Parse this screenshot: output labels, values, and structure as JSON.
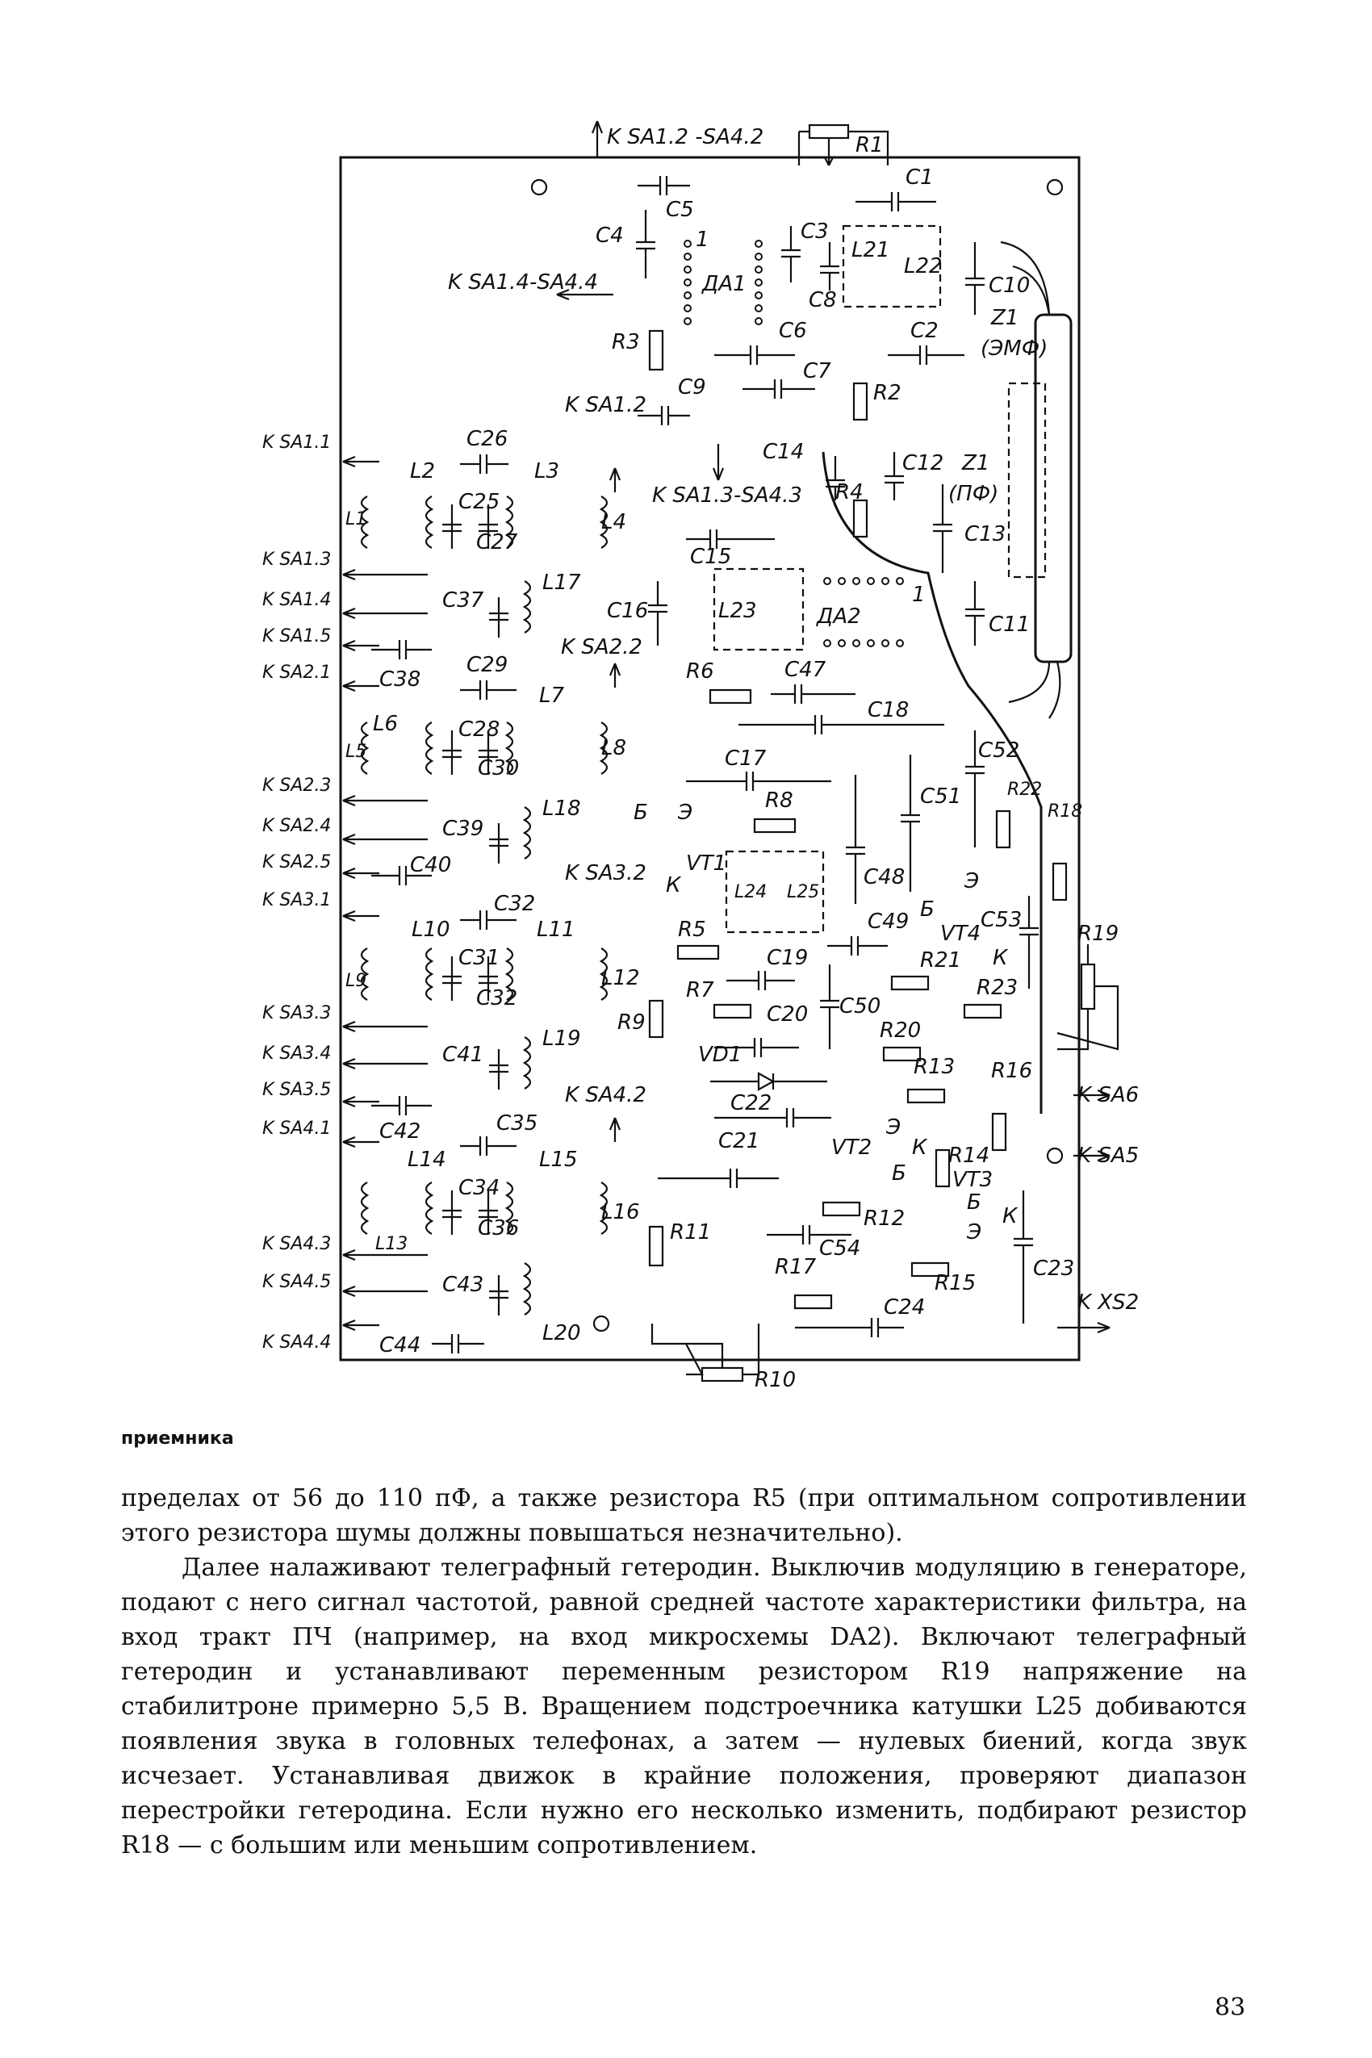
{
  "diagram": {
    "top_labels": {
      "feed_top": "K SA1.2 -SA4.2",
      "r1": "R1",
      "c1": "C1",
      "c5": "C5",
      "c4": "C4",
      "da1_pin": "1",
      "da1": "ДА1",
      "c3": "C3",
      "c8": "C8",
      "l21": "L21",
      "l22": "L22",
      "c10": "C10",
      "z1": "Z1",
      "z1_type": "(ЭМФ)",
      "k_sa14": "K SA1.4-SA4.4",
      "r3": "R3",
      "c6": "C6",
      "c2": "C2",
      "c7": "C7",
      "c9": "C9",
      "r2": "R2",
      "k_sa12": "K SA1.2"
    },
    "section_a": {
      "k_sa11": "K SA1.1",
      "c26": "C26",
      "l2": "L2",
      "l3": "L3",
      "l1": "L1",
      "c25": "C25",
      "c27": "C27",
      "l4": "L4",
      "k_sa13": "K SA1.3",
      "k_sa14b": "K SA1.4",
      "c37": "C37",
      "l17": "L17",
      "k_sa15": "K SA1.5",
      "k_sa21": "K SA2.1",
      "c29": "C29",
      "c38": "C38"
    },
    "section_b": {
      "l7": "L7",
      "l6": "L6",
      "l5": "L5",
      "c28": "C28",
      "c30": "C30",
      "l8": "L8",
      "k_sa23": "K SA2.3",
      "k_sa24": "K SA2.4",
      "c39": "C39",
      "l18": "L18",
      "k_sa25": "K SA2.5",
      "c40": "C40",
      "k_sa31": "K SA3.1",
      "k_sa22": "K SA2.2",
      "c16": "C16",
      "k_sa32": "K SA3.2"
    },
    "section_c": {
      "l10": "L10",
      "c32": "C32",
      "l11": "L11",
      "l9": "L9",
      "c31": "C31",
      "c32b": "C32",
      "l12": "L12",
      "k_sa33": "K SA3.3",
      "k_sa34": "K SA3.4",
      "c41": "C41",
      "l19": "L19",
      "k_sa35": "K SA3.5",
      "k_sa41": "K SA4.1",
      "c42": "C42",
      "c35": "C35",
      "k_sa42": "K SA4.2"
    },
    "section_d": {
      "l14": "L14",
      "l15": "L15",
      "c34": "C34",
      "c36": "C36",
      "l13": "L13",
      "l16": "L16",
      "k_sa43": "K SA4.3",
      "c43": "C43",
      "k_sa45": "K SA4.5",
      "k_sa44": "K SA4.4",
      "c44": "C44",
      "l20": "L20",
      "r11": "R11",
      "r10": "R10"
    },
    "middle": {
      "c14": "C14",
      "k_sa13_sa43": "K SA1.3-SA4.3",
      "c12": "C12",
      "z1b": "Z1",
      "z1b_type": "(ПФ)",
      "r4": "R4",
      "c13": "C13",
      "c15": "C15",
      "l23": "L23",
      "da2": "ДА2",
      "da2_pin": "1",
      "c11": "C11",
      "r6": "R6",
      "c47": "C47",
      "c18": "C18",
      "c17": "C17",
      "c52": "C52",
      "r22": "R22",
      "r18": "R18",
      "b": "Б",
      "e": "Э",
      "r8": "R8",
      "c51": "C51",
      "vt1": "VT1",
      "k": "К",
      "l24": "L24",
      "l25": "L25",
      "c48": "C48",
      "e2": "Э",
      "c49": "C49",
      "b2": "Б",
      "vt4": "VT4",
      "c53": "C53",
      "r5": "R5",
      "k2": "К",
      "r19": "R19",
      "c19": "C19",
      "r21": "R21",
      "r7": "R7",
      "c50": "C50",
      "r23": "R23",
      "r9": "R9",
      "c20": "C20",
      "r20": "R20",
      "vd1": "VD1",
      "r13": "R13",
      "r16": "R16",
      "k_sa6": "K SA6",
      "c22": "C22",
      "e3": "Э",
      "c21": "C21",
      "vt2": "VT2",
      "k3": "К",
      "r14": "R14",
      "k_sa5": "K SA5",
      "b3": "Б",
      "vt3": "VT3",
      "b4": "Б",
      "r12": "R12",
      "k4": "К",
      "e4": "Э",
      "c54": "C54",
      "r17": "R17",
      "r15": "R15",
      "c23": "C23",
      "k_xs2": "K XS2",
      "c24": "C24"
    }
  },
  "caption": "приемника",
  "paragraphs": [
    "пределах от 56 до 110 пФ, а также резистора R5 (при оптимальном сопротивлении этого резистора шумы должны повышаться незначительно).",
    "Далее налаживают телеграфный гетеродин. Выключив модуляцию в генераторе, подают с него сигнал частотой, равной средней частоте характеристики фильтра, на вход тракт ПЧ (например, на вход микросхемы DA2). Включают телеграфный гетеродин и устанавливают переменным резистором R19 напряжение на стабилитроне примерно 5,5 В. Вращением подстроечника катушки L25 добиваются появления звука в головных телефонах, а затем — нулевых биений, когда звук исчезает. Устанавливая движок в крайние положения, проверяют диапазон перестройки гетеродина. Если нужно его несколько изменить, подбирают резистор R18 — с большим или меньшим сопротивлением."
  ],
  "page_number": "83"
}
